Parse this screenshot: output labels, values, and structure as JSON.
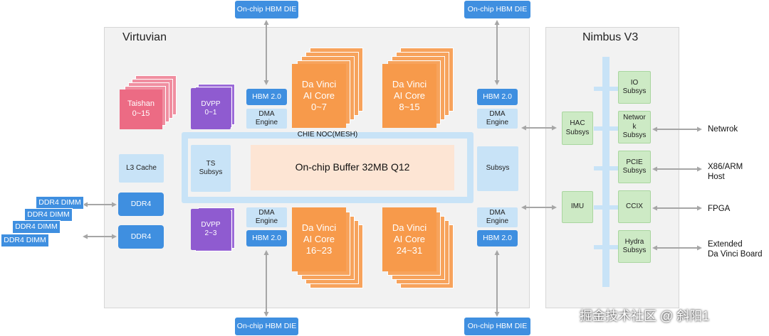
{
  "virtuvian": {
    "title": "Virtuvian",
    "hbm_die_label": "On-chip HBM DIE",
    "taishan": "Taishan\n0~15",
    "dvpp_top": "DVPP\n0~1",
    "dvpp_bottom": "DVPP\n2~3",
    "hbm_label": "HBM 2.0",
    "dma_label": "DMA\nEngine",
    "cores": [
      "Da Vinci\nAI Core\n0~7",
      "Da Vinci\nAI Core\n8~15",
      "Da Vinci\nAI Core\n16~23",
      "Da Vinci\nAI Core\n24~31"
    ],
    "noc_label": "CHIE NOC(MESH)",
    "ts_subsys": "TS\nSubsys",
    "buffer": "On-chip Buffer 32MB Q12",
    "right_subsys": "Subsys",
    "l3_cache": "L3 Cache",
    "ddr4": "DDR4",
    "ddr4_dimm": "DDR4 DIMM"
  },
  "nimbus": {
    "title": "Nimbus V3",
    "hac": "HAC\nSubsys",
    "imu": "IMU",
    "io": "IO\nSubsys",
    "network_subsys": "Networ\nk\nSubsys",
    "pcie": "PCIE\nSubsys",
    "ccix": "CCIX",
    "hydra": "Hydra\nSubsys"
  },
  "external": {
    "network": "Netwrok",
    "x86": "X86/ARM\nHost",
    "fpga": "FPGA",
    "board": "Extended\nDa Vinci Board"
  },
  "watermark": "掘金技术社区 @ 斜阳1",
  "colors": {
    "blue": "#3f8fe0",
    "light_blue": "#c8e3f7",
    "orange": "#f79a4b",
    "pink": "#ec6b84",
    "purple": "#8f5bd0",
    "green": "#cdeac5",
    "panel": "#f2f2f2"
  }
}
